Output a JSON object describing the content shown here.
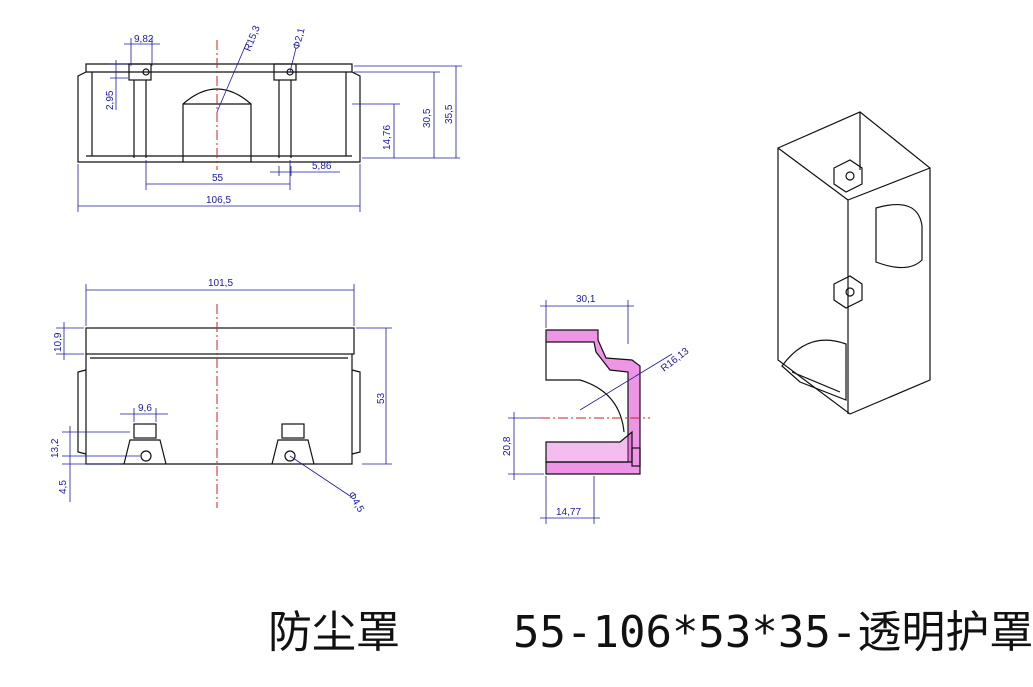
{
  "dimensions": {
    "front": {
      "hole_spacing_width": "9,82",
      "radius_arch": "R15,3",
      "hole_diameter": "Φ2,1",
      "tab_height": "2,95",
      "center_distance": "55",
      "slot_width": "5,86",
      "overall_width": "106,5",
      "arch_height": "14,76",
      "inner_height": "30,5",
      "overall_height": "35,5"
    },
    "bottom": {
      "top_width": "101,5",
      "top_band": "10,9",
      "overall_depth": "53",
      "tab_width": "9,6",
      "tab_offset": "13,2",
      "hole_offset": "4,5",
      "mount_hole_diameter": "Φ4,5"
    },
    "section": {
      "width": "30,1",
      "radius": "R16,13",
      "opening_height": "20,8",
      "base_length": "14,77"
    }
  },
  "caption": {
    "name": "防尘罩",
    "spec": "55-106*53*35-透明护罩"
  },
  "colors": {
    "outline": "#111111",
    "dimension": "#1a1aa0",
    "centerline": "#d02020",
    "section_fill": "#e040d0"
  }
}
